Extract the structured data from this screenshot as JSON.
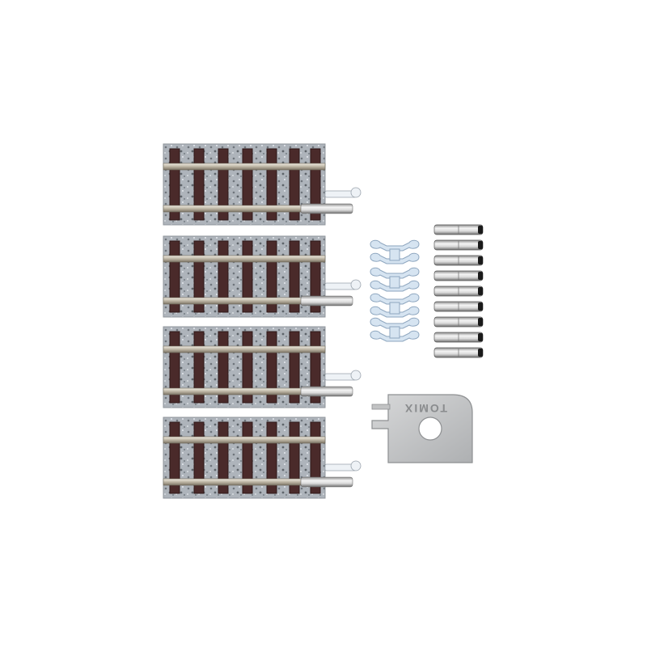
{
  "scene": {
    "track_sections": [
      {
        "label": "track-section-1"
      },
      {
        "label": "track-section-2"
      },
      {
        "label": "track-section-3"
      },
      {
        "label": "track-section-4"
      }
    ],
    "connector_clips": 4,
    "rail_joiners": 9,
    "tool": {
      "brand_text": "TOMIX"
    },
    "colors": {
      "ballast": "#aeb4bb",
      "tie": "#4a2a2a",
      "rail": "#cfc8b8",
      "clip": "#d6e4f1",
      "tool": "#c9cacb"
    }
  }
}
